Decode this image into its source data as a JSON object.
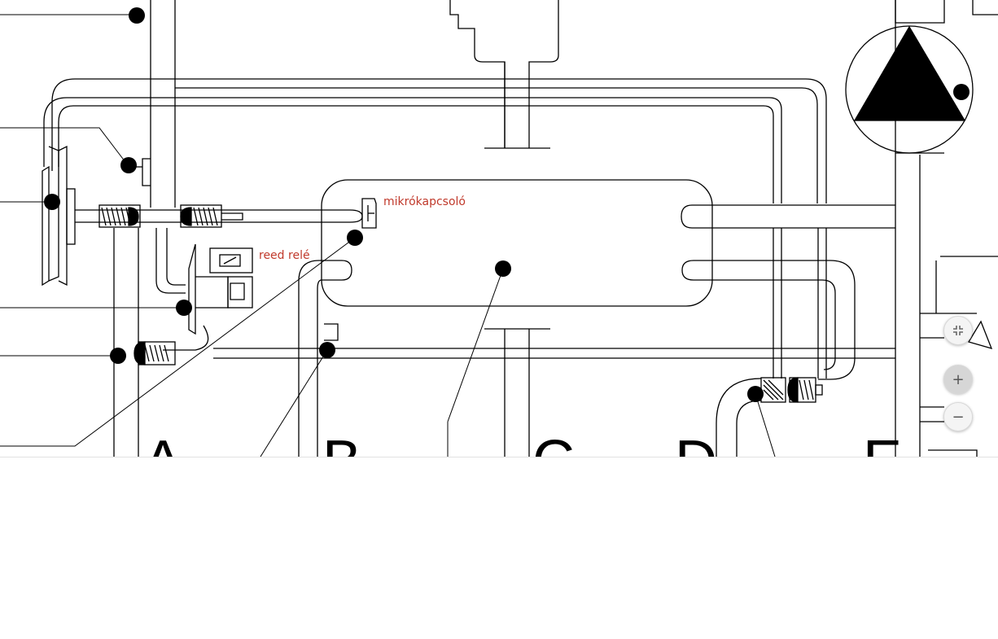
{
  "diagram": {
    "annotations": {
      "micro_switch": "mikrókapcsoló",
      "reed_relay": "reed relé"
    },
    "section_letters": [
      "A",
      "B",
      "C",
      "D",
      "E"
    ],
    "annotation_color": "#c0392b"
  },
  "controls": {
    "fit_icon": "collapse-icon",
    "zoom_in_label": "+",
    "zoom_out_label": "−"
  }
}
